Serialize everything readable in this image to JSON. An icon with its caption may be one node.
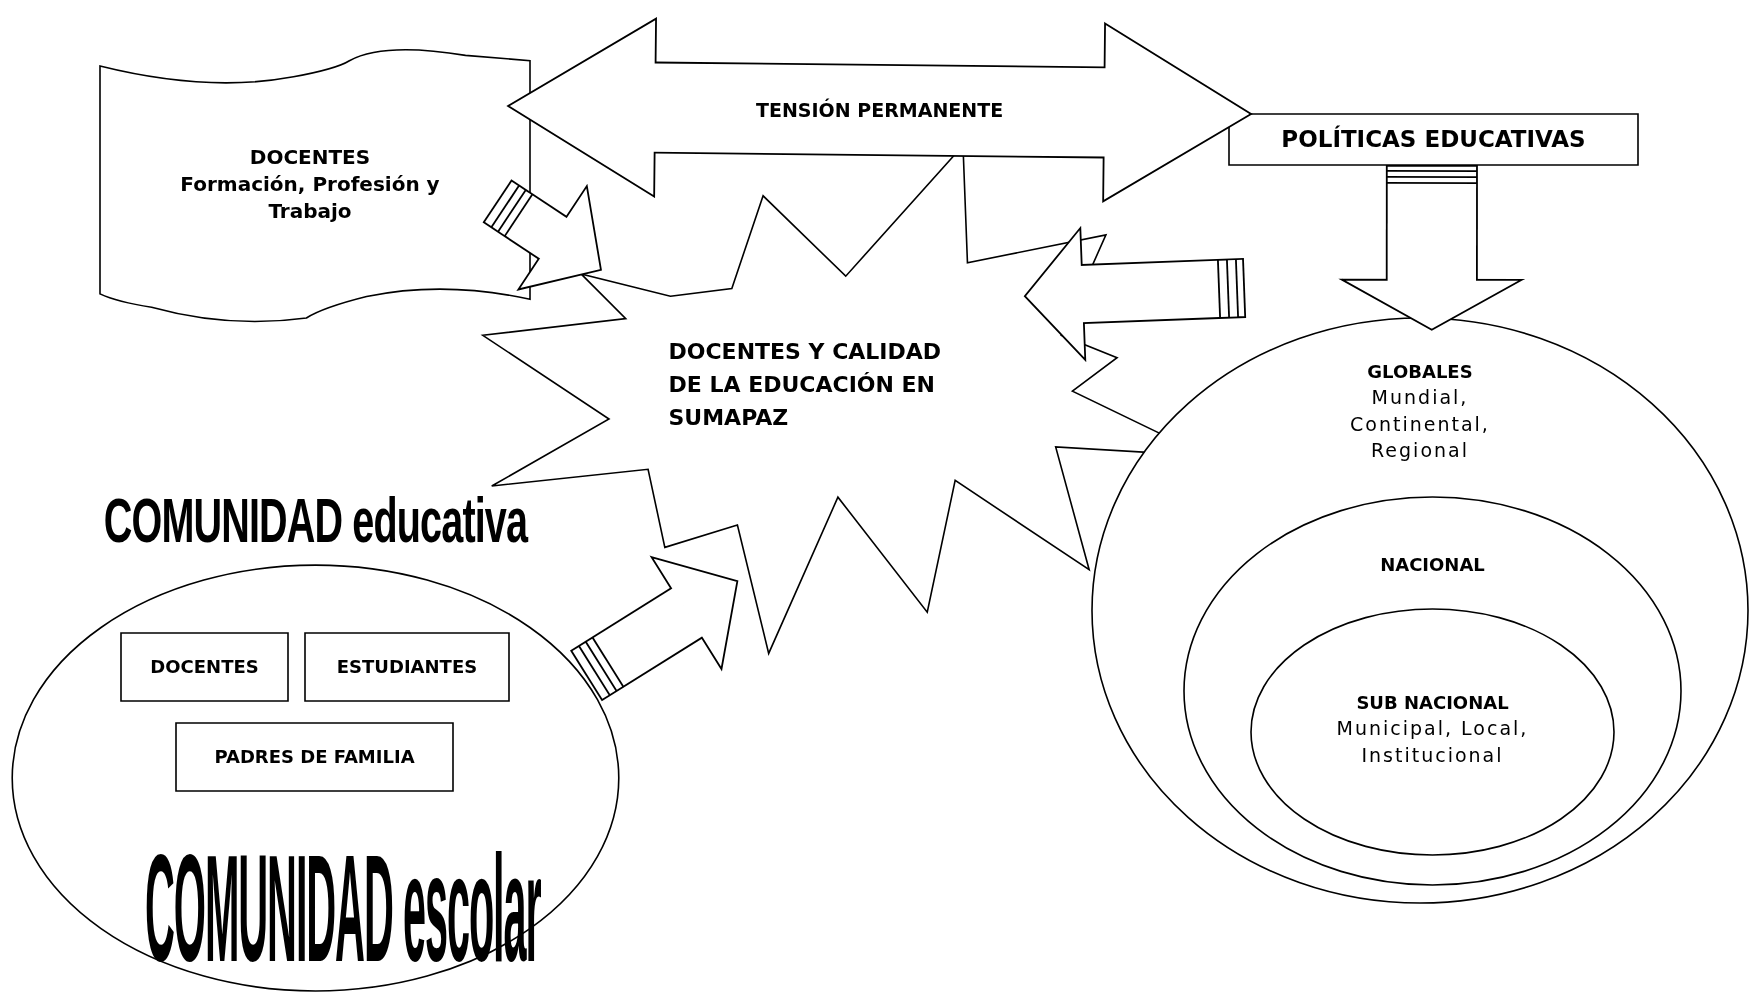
{
  "diagram": {
    "nodes": [
      {
        "text": [
          "DOCENTES",
          "Formación, Profesión y Trabajo"
        ]
      },
      {
        "text": [
          "POLÍTICAS EDUCATIVAS"
        ]
      },
      {
        "text": [
          "DOCENTES Y CALIDAD DE LA EDUCACIÓN EN SUMAPAZ"
        ]
      },
      {
        "text": [
          "GLOBALES",
          "Mundial, Continental, Regional"
        ]
      },
      {
        "text": [
          "NACIONAL"
        ],
        "in": 3
      },
      {
        "text": [
          "SUB NACIONAL",
          "Municipal, Local, Institucional"
        ],
        "in": 4
      },
      {
        "text": [
          "COMUNIDAD educativa",
          "COMUNIDAD escolar"
        ]
      },
      {
        "text": [
          "DOCENTES"
        ],
        "in": 6
      },
      {
        "text": [
          "ESTUDIANTES"
        ],
        "in": 6
      },
      {
        "text": [
          "PADRES DE FAMILIA"
        ],
        "in": 6
      }
    ],
    "edges": [
      {
        "from": 0,
        "to": 2,
        "arrow": "to"
      },
      {
        "from": 1,
        "to": 2,
        "arrow": "to"
      },
      {
        "from": 6,
        "to": 2,
        "arrow": "to"
      },
      {
        "from": 1,
        "to": 3,
        "arrow": "to"
      },
      {
        "from": 0,
        "to": 1,
        "arrow": "both",
        "label": "TENSIÓN PERMANENTE"
      }
    ]
  }
}
